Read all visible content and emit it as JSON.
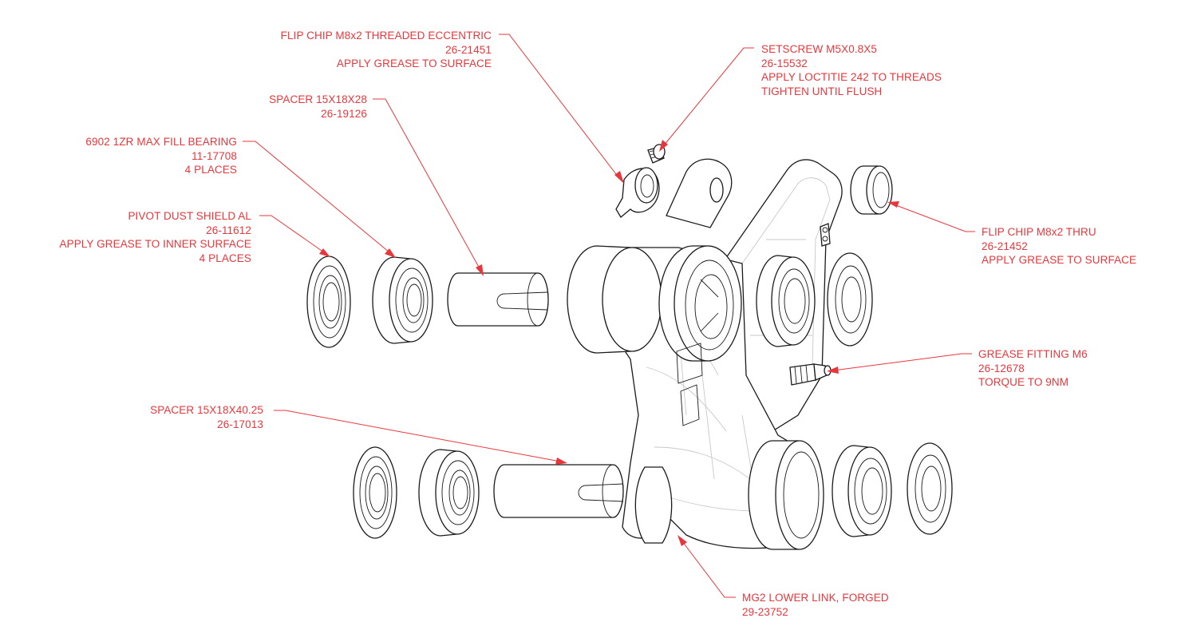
{
  "callouts": {
    "flip_chip_eccentric": {
      "lines": [
        "FLIP CHIP M8x2 THREADED ECCENTRIC",
        "26-21451",
        "APPLY GREASE TO SURFACE"
      ]
    },
    "setscrew": {
      "lines": [
        "SETSCREW M5X0.8X5",
        "26-15532",
        "APPLY LOCTITIE 242 TO THREADS",
        "TIGHTEN UNTIL FLUSH"
      ]
    },
    "spacer_28": {
      "lines": [
        "SPACER 15X18X28",
        "26-19126"
      ]
    },
    "bearing": {
      "lines": [
        "6902 1ZR MAX FILL BEARING",
        "11-17708",
        "4 PLACES"
      ]
    },
    "dust_shield": {
      "lines": [
        "PIVOT DUST SHIELD AL",
        "26-11612",
        "APPLY GREASE TO INNER SURFACE",
        "4 PLACES"
      ]
    },
    "flip_chip_thru": {
      "lines": [
        "FLIP CHIP M8x2 THRU",
        "26-21452",
        "APPLY GREASE TO SURFACE"
      ]
    },
    "grease_fitting": {
      "lines": [
        "GREASE FITTING M6",
        "26-12678",
        "TORQUE TO 9NM"
      ]
    },
    "spacer_40": {
      "lines": [
        "SPACER 15X18X40.25",
        "26-17013"
      ]
    },
    "lower_link": {
      "lines": [
        "MG2 LOWER LINK, FORGED",
        "29-23752"
      ]
    }
  },
  "colors": {
    "callout": "#e8373c",
    "linework": "#1a1a1a",
    "hidden_lines": "#c8c8c8"
  }
}
